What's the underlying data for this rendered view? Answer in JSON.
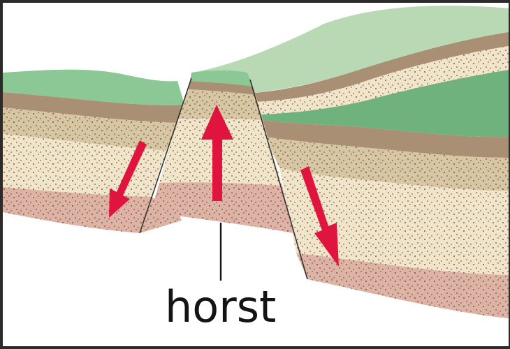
{
  "diagram": {
    "label": "horst",
    "colors": {
      "grass_light": "#8cc895",
      "grass_dark": "#6fb27d",
      "grass_pale": "#b9d9b5",
      "soil_brown": "#a98f74",
      "tan": "#d8c6a3",
      "cream": "#f1e4c9",
      "pink": "#dfb3a4",
      "fault_line": "#333333",
      "arrow_red": "#e0153f"
    },
    "arrows": [
      {
        "name": "left-block-arrow",
        "direction": "down"
      },
      {
        "name": "horst-block-arrow",
        "direction": "up"
      },
      {
        "name": "right-block-arrow",
        "direction": "down"
      }
    ]
  }
}
